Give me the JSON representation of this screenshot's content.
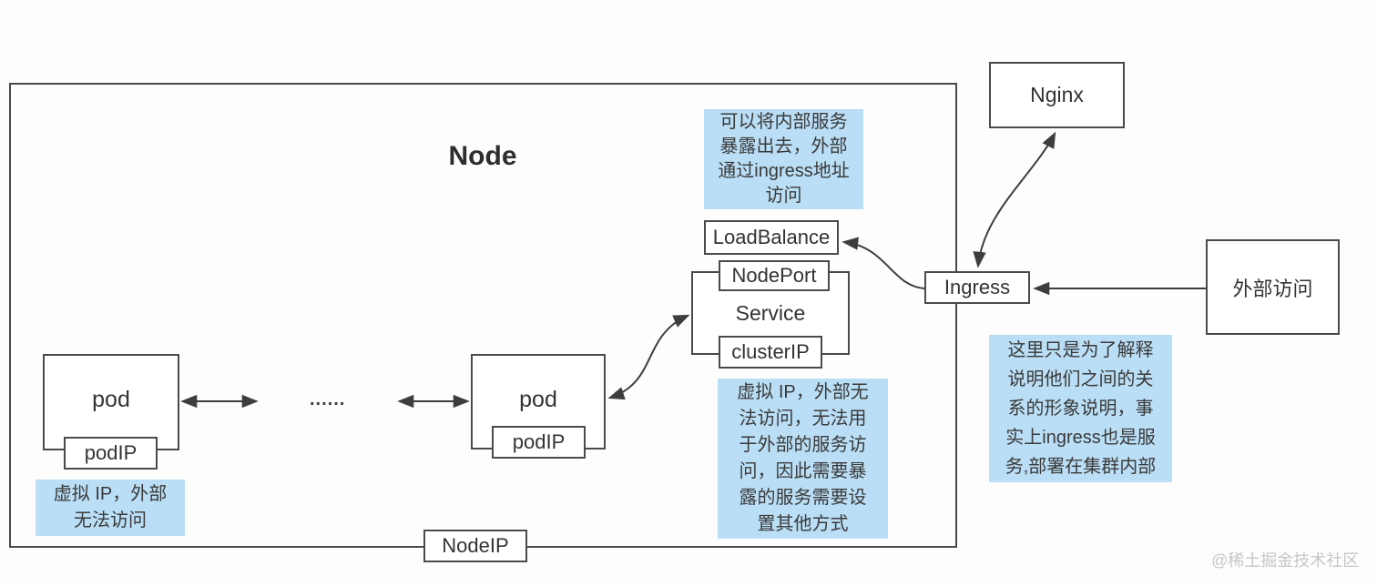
{
  "title": "Node",
  "boxes": {
    "pod1": "pod",
    "pod1_ip": "podIP",
    "pod2": "pod",
    "pod2_ip": "podIP",
    "dots": "......",
    "loadbalance": "LoadBalance",
    "nodeport": "NodePort",
    "service": "Service",
    "clusterip": "clusterIP",
    "nodeip": "NodeIP",
    "ingress": "Ingress",
    "nginx": "Nginx",
    "external": "外部访问"
  },
  "notes": {
    "pod_ip": {
      "lines": [
        "虚拟 IP，外部",
        "无法访问"
      ]
    },
    "ingress_expose": {
      "lines": [
        "可以将内部服务",
        "暴露出去，外部",
        "通过ingress地址",
        "访问"
      ]
    },
    "cluster_ip": {
      "lines": [
        "虚拟 IP，外部无",
        "法访问，无法用",
        "于外部的服务访",
        "问，因此需要暴",
        "露的服务需要设",
        "置其他方式"
      ]
    },
    "ingress_explain": {
      "lines": [
        "这里只是为了解释",
        "说明他们之间的关",
        "系的形象说明，事",
        "实上ingress也是服",
        "务,部署在集群内部"
      ]
    }
  },
  "watermark": "@稀土掘金技术社区",
  "colors": {
    "note_bg": "#badef5",
    "line": "#3d3d3d",
    "border": "#4a4a4a"
  }
}
